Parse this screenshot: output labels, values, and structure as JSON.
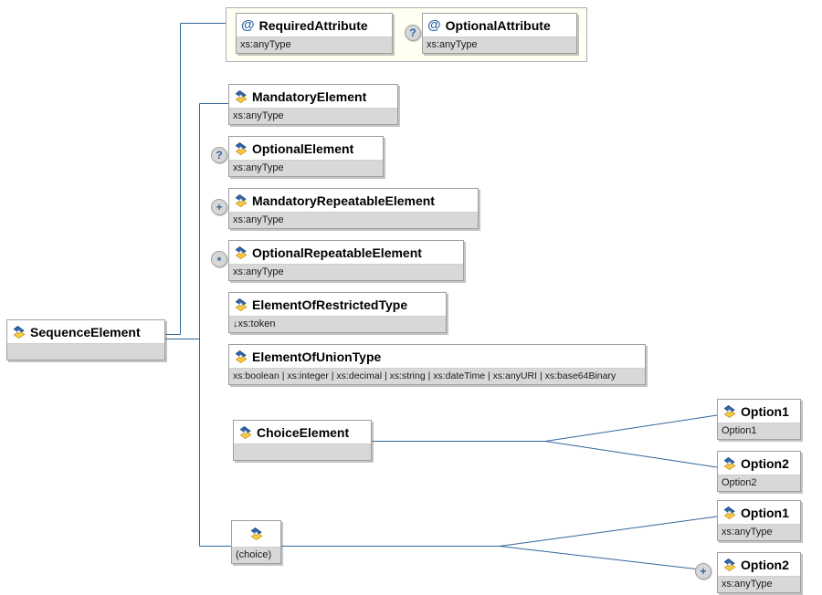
{
  "diagram": {
    "root": {
      "name": "SequenceElement",
      "type": ""
    },
    "attribute_group": {
      "required_attribute": {
        "prefix": "@",
        "name": "RequiredAttribute",
        "type": "xs:anyType"
      },
      "optional_attribute": {
        "prefix": "@",
        "name": "OptionalAttribute",
        "type": "xs:anyType",
        "badge": "?"
      }
    },
    "elements": {
      "mandatory_element": {
        "name": "MandatoryElement",
        "type": "xs:anyType"
      },
      "optional_element": {
        "name": "OptionalElement",
        "type": "xs:anyType",
        "badge": "?"
      },
      "mandatory_repeatable_element": {
        "name": "MandatoryRepeatableElement",
        "type": "xs:anyType",
        "badge": "+"
      },
      "optional_repeatable_element": {
        "name": "OptionalRepeatableElement",
        "type": "xs:anyType",
        "badge": "*"
      },
      "element_of_restricted_type": {
        "name": "ElementOfRestrictedType",
        "type": "↓xs:token"
      },
      "element_of_union_type": {
        "name": "ElementOfUnionType",
        "type": "xs:boolean | xs:integer | xs:decimal | xs:string | xs:dateTime | xs:anyURI | xs:base64Binary"
      },
      "choice_element": {
        "name": "ChoiceElement",
        "type": ""
      },
      "choice_group": {
        "type": "(choice)"
      }
    },
    "choice_element_options": {
      "option1": {
        "name": "Option1",
        "type": "Option1"
      },
      "option2": {
        "name": "Option2",
        "type": "Option2"
      }
    },
    "choice_group_options": {
      "option1": {
        "name": "Option1",
        "type": "xs:anyType"
      },
      "option2": {
        "name": "Option2",
        "type": "xs:anyType",
        "badge": "+"
      }
    },
    "colors": {
      "line": "#336699",
      "box_border": "#9f9f9f",
      "subtitle_bg": "#d8d8d8",
      "attr_container_bg": "#fffff2",
      "attr_container_border": "#a5b0bb",
      "accent_blue": "#2e64a0",
      "icon_blue": "#2f66b0",
      "icon_yellow": "#fccc40"
    }
  }
}
